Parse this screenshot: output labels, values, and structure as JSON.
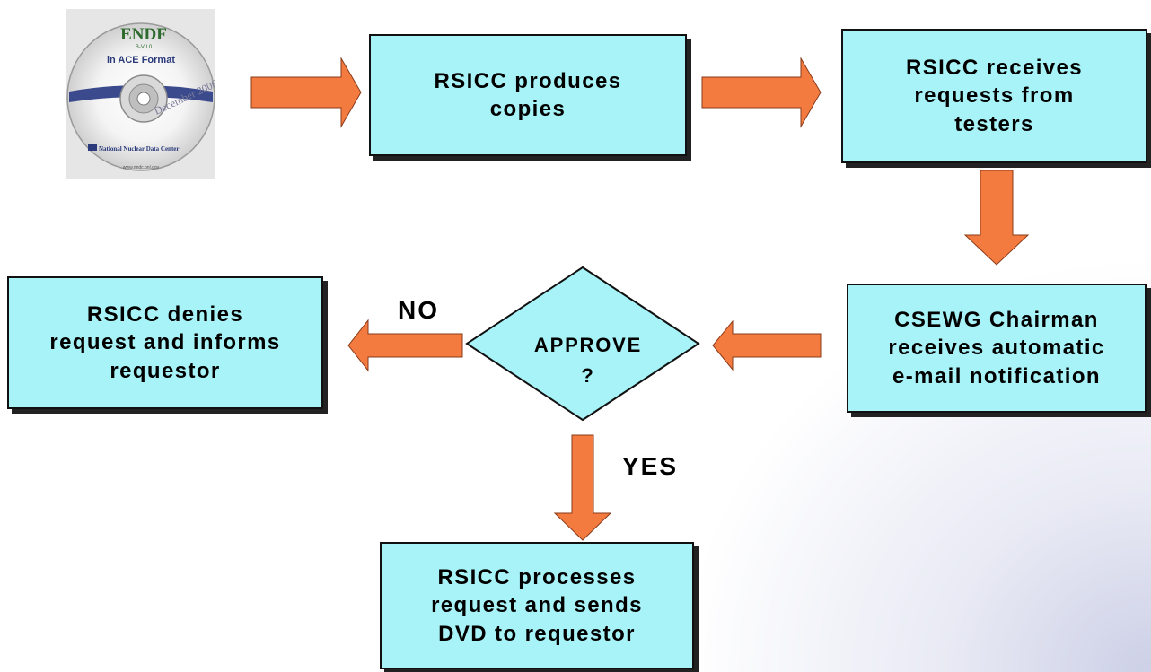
{
  "cd_image": {
    "logo_text": "ENDF",
    "logo_subtext": "B-VII.0",
    "format_text": "in ACE Format",
    "date_text": "December 2006",
    "center_text": "National Nuclear Data Center",
    "url_text": "www.nndc.bnl.gov"
  },
  "boxes": {
    "produces": "RSICC produces\ncopies",
    "receives": "RSICC receives\nrequests from\ntesters",
    "chairman": "CSEWG Chairman\nreceives automatic\ne-mail notification",
    "denies": "RSICC denies\nrequest and informs\nrequestor",
    "processes": "RSICC processes\nrequest and sends\nDVD to requestor"
  },
  "decision": {
    "label": "APPROVE\n?"
  },
  "branch_labels": {
    "no": "NO",
    "yes": "YES"
  },
  "colors": {
    "box_fill": "#a8f3f8",
    "arrow_fill": "#f47b3f",
    "decision_fill": "#a8f3f8"
  }
}
